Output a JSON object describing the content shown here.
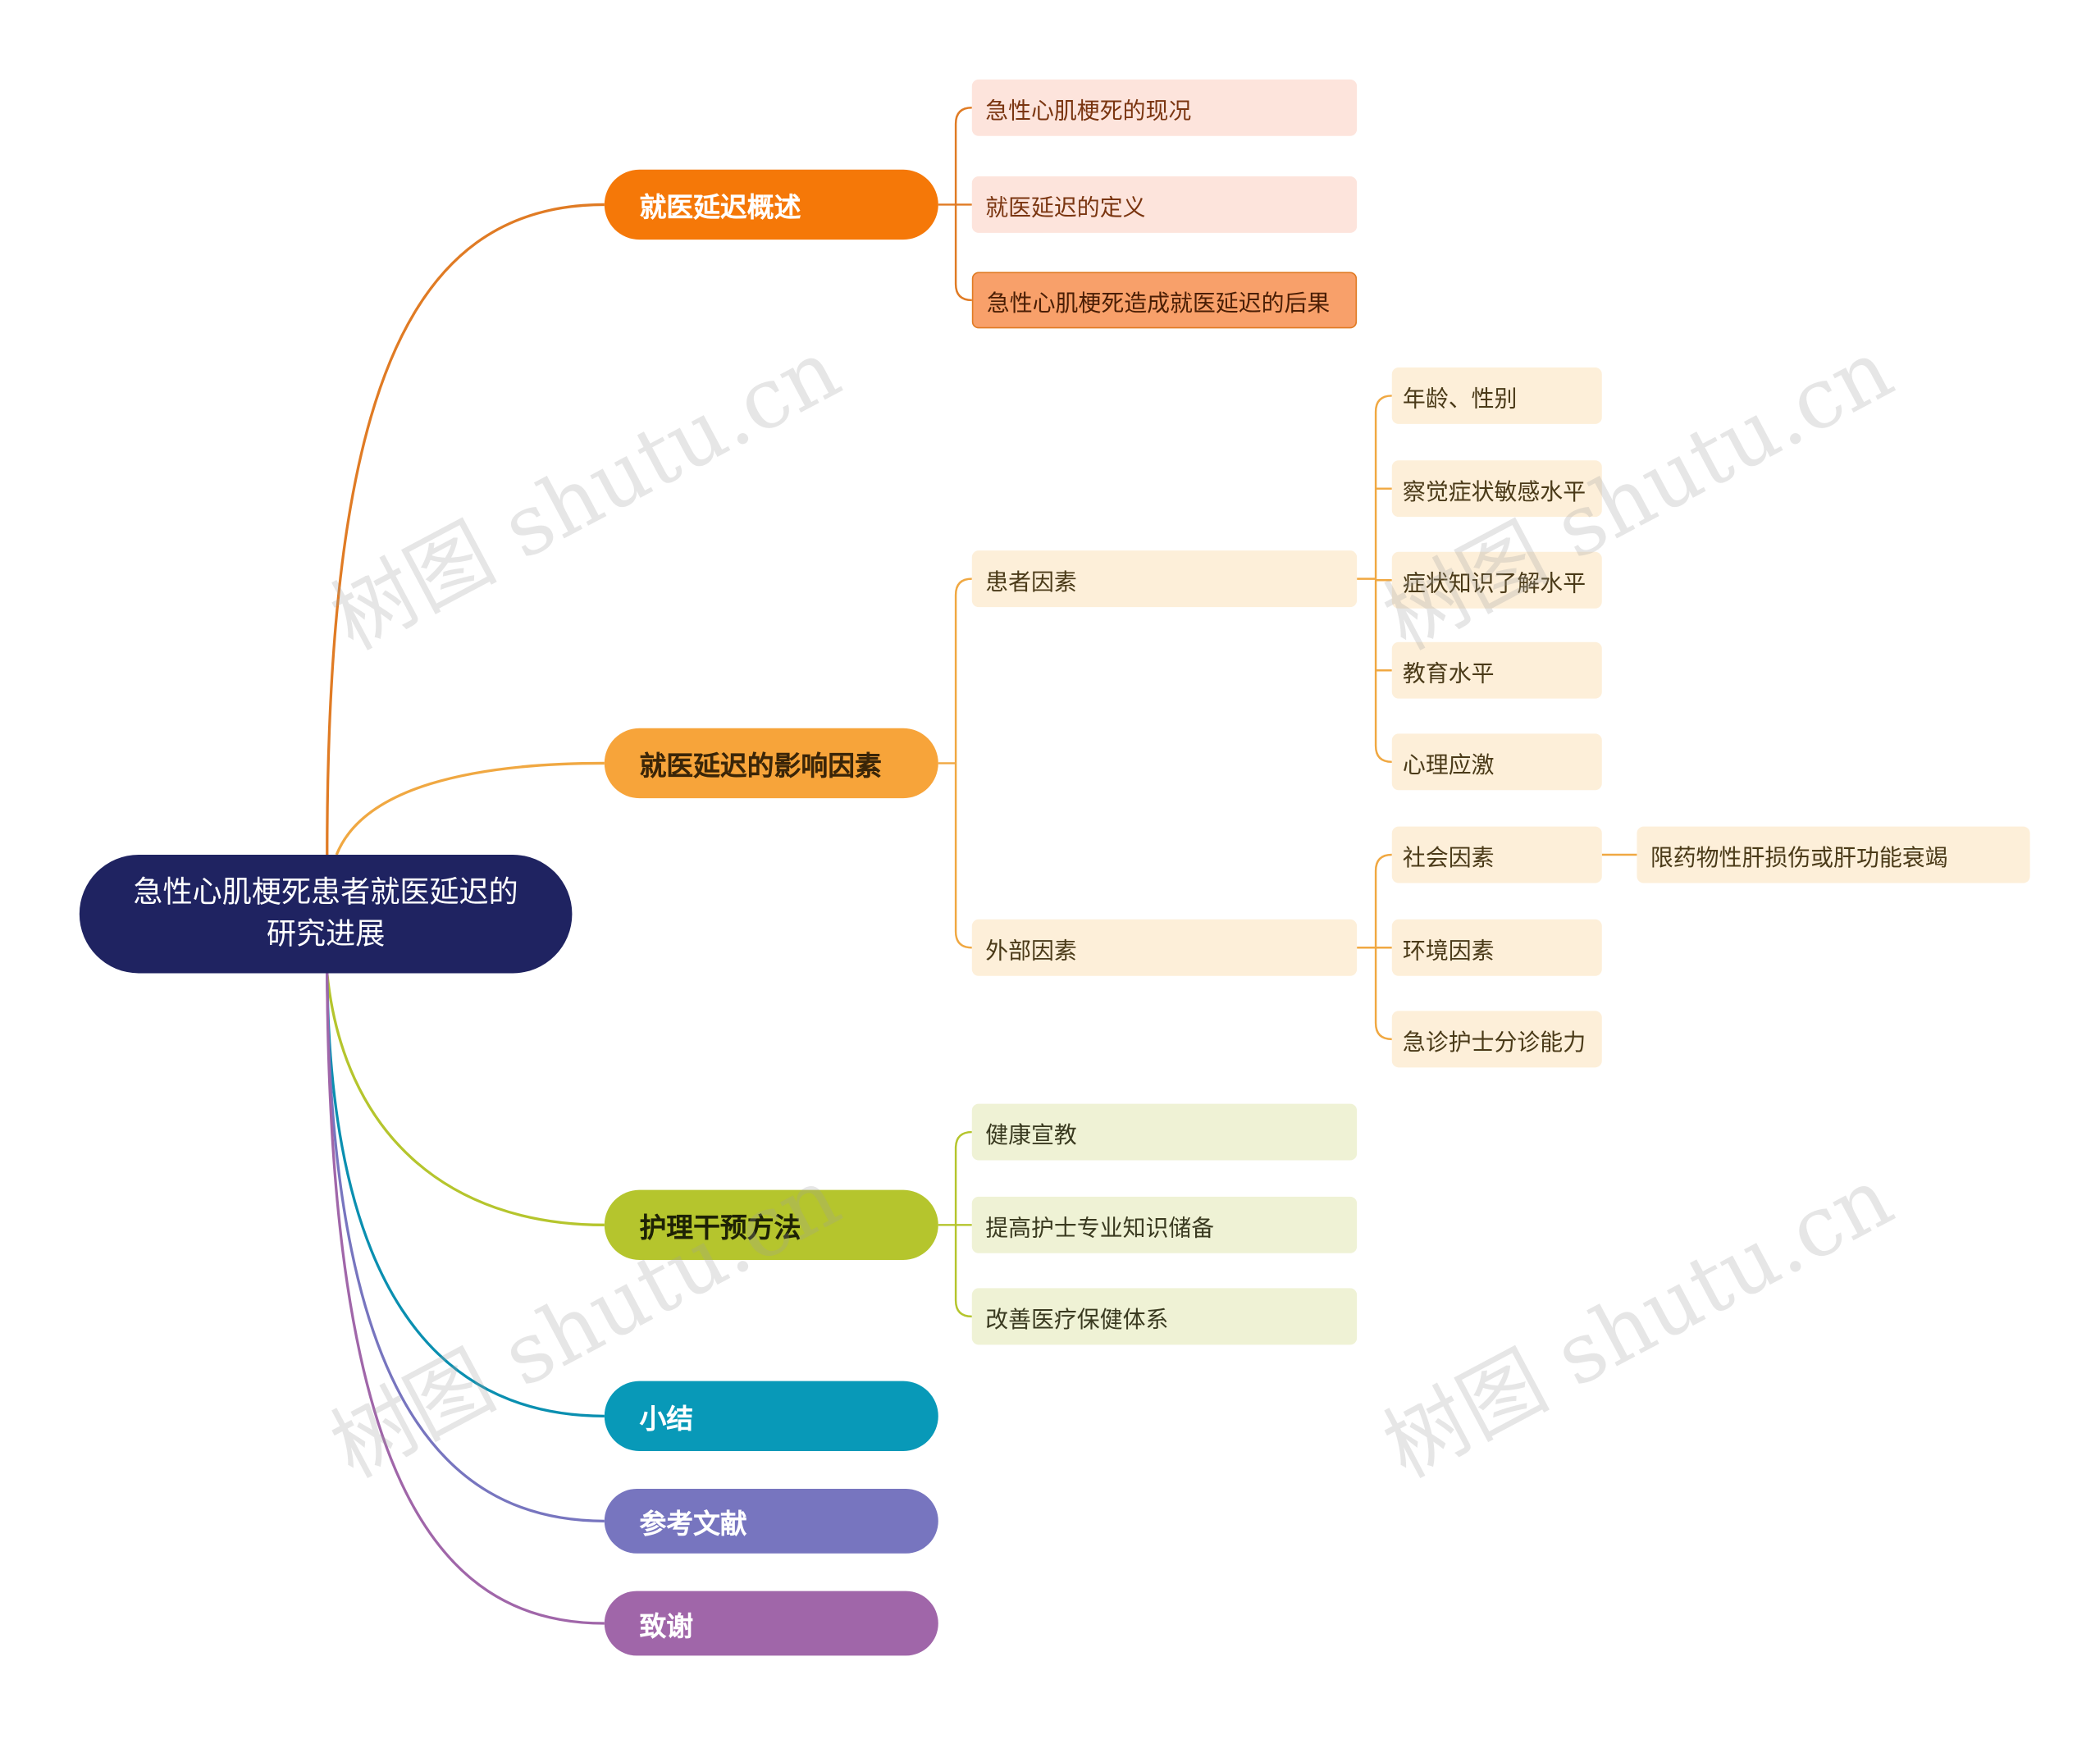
{
  "root": {
    "label": "急性心肌梗死患者就医延迟的研究进展"
  },
  "branches": {
    "overview": {
      "label": "就医延迟概述",
      "color": "#f57808",
      "children": [
        "急性心肌梗死的现况",
        "就医延迟的定义",
        "急性心肌梗死造成就医延迟的后果"
      ]
    },
    "factors": {
      "label": "就医延迟的影响因素",
      "color": "#f7a43a",
      "patient": {
        "label": "患者因素",
        "children": [
          "年龄、性别",
          "察觉症状敏感水平",
          "症状知识了解水平",
          "教育水平",
          "心理应激"
        ]
      },
      "external": {
        "label": "外部因素",
        "children": [
          "社会因素",
          "环境因素",
          "急诊护士分诊能力"
        ],
        "social_detail": "限药物性肝损伤或肝功能衰竭"
      }
    },
    "nursing": {
      "label": "护理干预方法",
      "color": "#b5c52d",
      "children": [
        "健康宣教",
        "提高护士专业知识储备",
        "改善医疗保健体系"
      ]
    },
    "summary": {
      "label": "小结",
      "color": "#0899b8"
    },
    "references": {
      "label": "参考文献",
      "color": "#7775bf"
    },
    "thanks": {
      "label": "致谢",
      "color": "#a066a9"
    }
  },
  "watermark": "树图 shutu.cn"
}
